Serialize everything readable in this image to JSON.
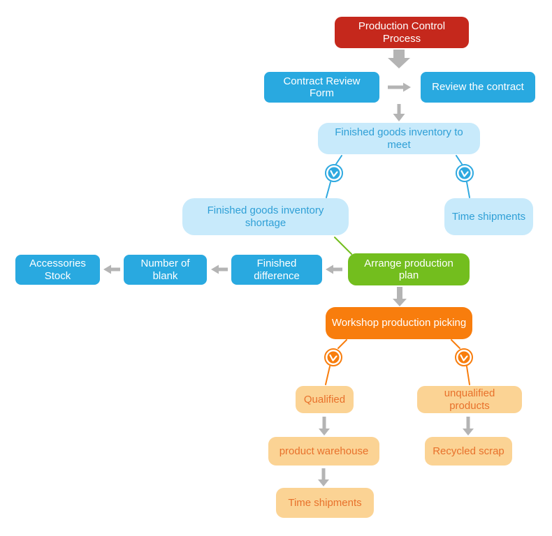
{
  "colors": {
    "red": "#C5281C",
    "blue": "#29A9E0",
    "light_blue_fill": "#C8EAFB",
    "light_blue_text": "#2E9FD6",
    "green": "#73BE1E",
    "orange": "#F87D0D",
    "light_orange_fill": "#FBD394",
    "light_orange_text": "#E8712B",
    "arrow_gray": "#B4B4B4"
  },
  "icons": {
    "clock_icon": "clock face in circle with white hands"
  },
  "nodes": {
    "production_control_process": {
      "label": "Production Control Process"
    },
    "contract_review_form": {
      "label": "Contract Review Form"
    },
    "review_the_contract": {
      "label": "Review the contract"
    },
    "finished_goods_inventory_to_meet": {
      "label": "Finished goods inventory to meet"
    },
    "finished_goods_inventory_shortage": {
      "label": "Finished goods inventory shortage"
    },
    "time_shipments_top": {
      "label": "Time shipments"
    },
    "accessories_stock": {
      "label": "Accessories Stock"
    },
    "number_of_blank": {
      "label": "Number of blank"
    },
    "finished_difference": {
      "label": "Finished difference"
    },
    "arrange_production_plan": {
      "label": "Arrange production plan"
    },
    "workshop_production_picking": {
      "label": "Workshop production picking"
    },
    "qualified": {
      "label": "Qualified"
    },
    "unqualified_products": {
      "label": "unqualified products"
    },
    "product_warehouse": {
      "label": "product warehouse"
    },
    "recycled_scrap": {
      "label": "Recycled scrap"
    },
    "time_shipments_bottom": {
      "label": "Time shipments"
    }
  }
}
